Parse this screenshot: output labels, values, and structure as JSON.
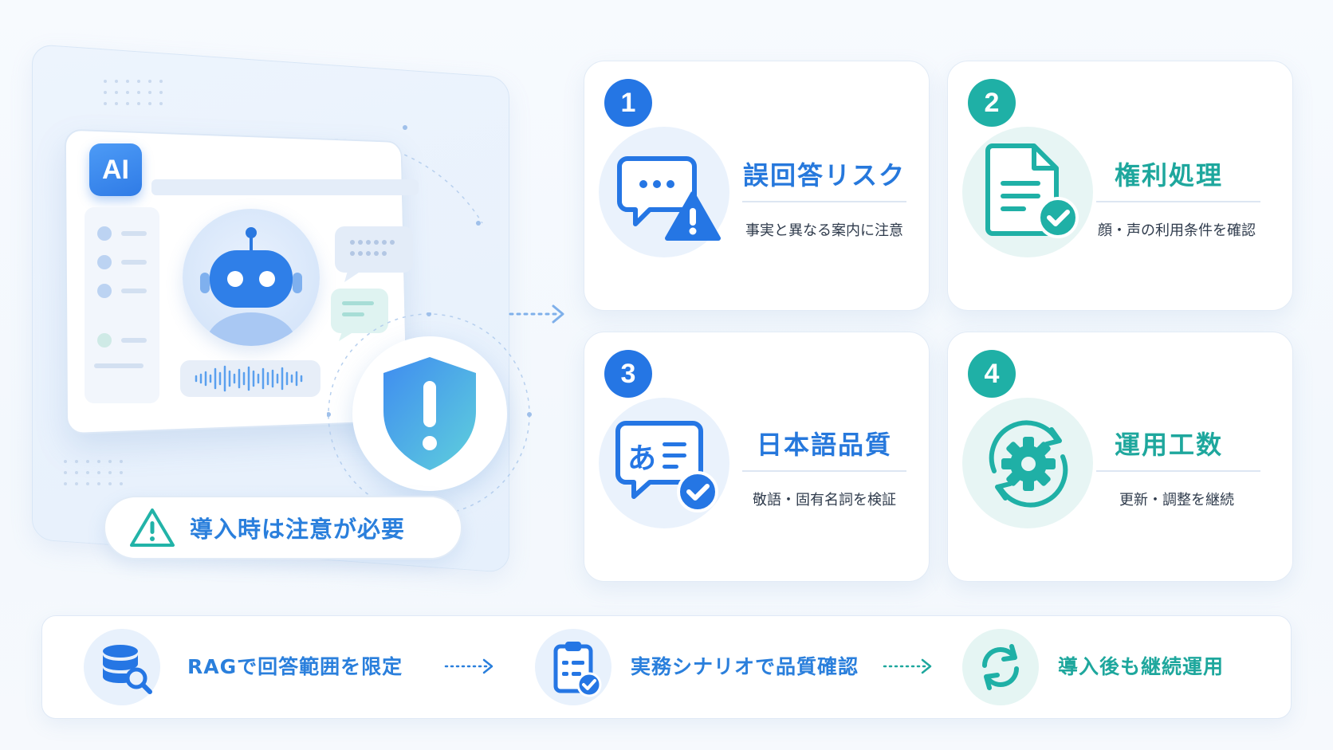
{
  "illustration": {
    "ai_badge": "AI",
    "warning": "導入時は注意が必要"
  },
  "cards": [
    {
      "number": "1",
      "title": "誤回答リスク",
      "description": "事実と異なる案内に注意",
      "icon": "chat-warning-icon",
      "accent": "#2576e4"
    },
    {
      "number": "2",
      "title": "権利処理",
      "description": "顔・声の利用条件を確認",
      "icon": "document-check-icon",
      "accent": "#1fb0a6"
    },
    {
      "number": "3",
      "title": "日本語品質",
      "description": "敬語・固有名詞を検証",
      "icon": "japanese-text-check-icon",
      "accent": "#2576e4"
    },
    {
      "number": "4",
      "title": "運用工数",
      "description": "更新・調整を継続",
      "icon": "gear-cycle-icon",
      "accent": "#1fb0a6"
    }
  ],
  "steps": [
    {
      "label": "RAGで回答範囲を限定",
      "icon": "database-search-icon",
      "color": "#2a7fdc"
    },
    {
      "label": "実務シナリオで品質確認",
      "icon": "clipboard-check-icon",
      "color": "#2a7fdc"
    },
    {
      "label": "導入後も継続運用",
      "icon": "refresh-icon",
      "color": "#1ea79d"
    }
  ]
}
